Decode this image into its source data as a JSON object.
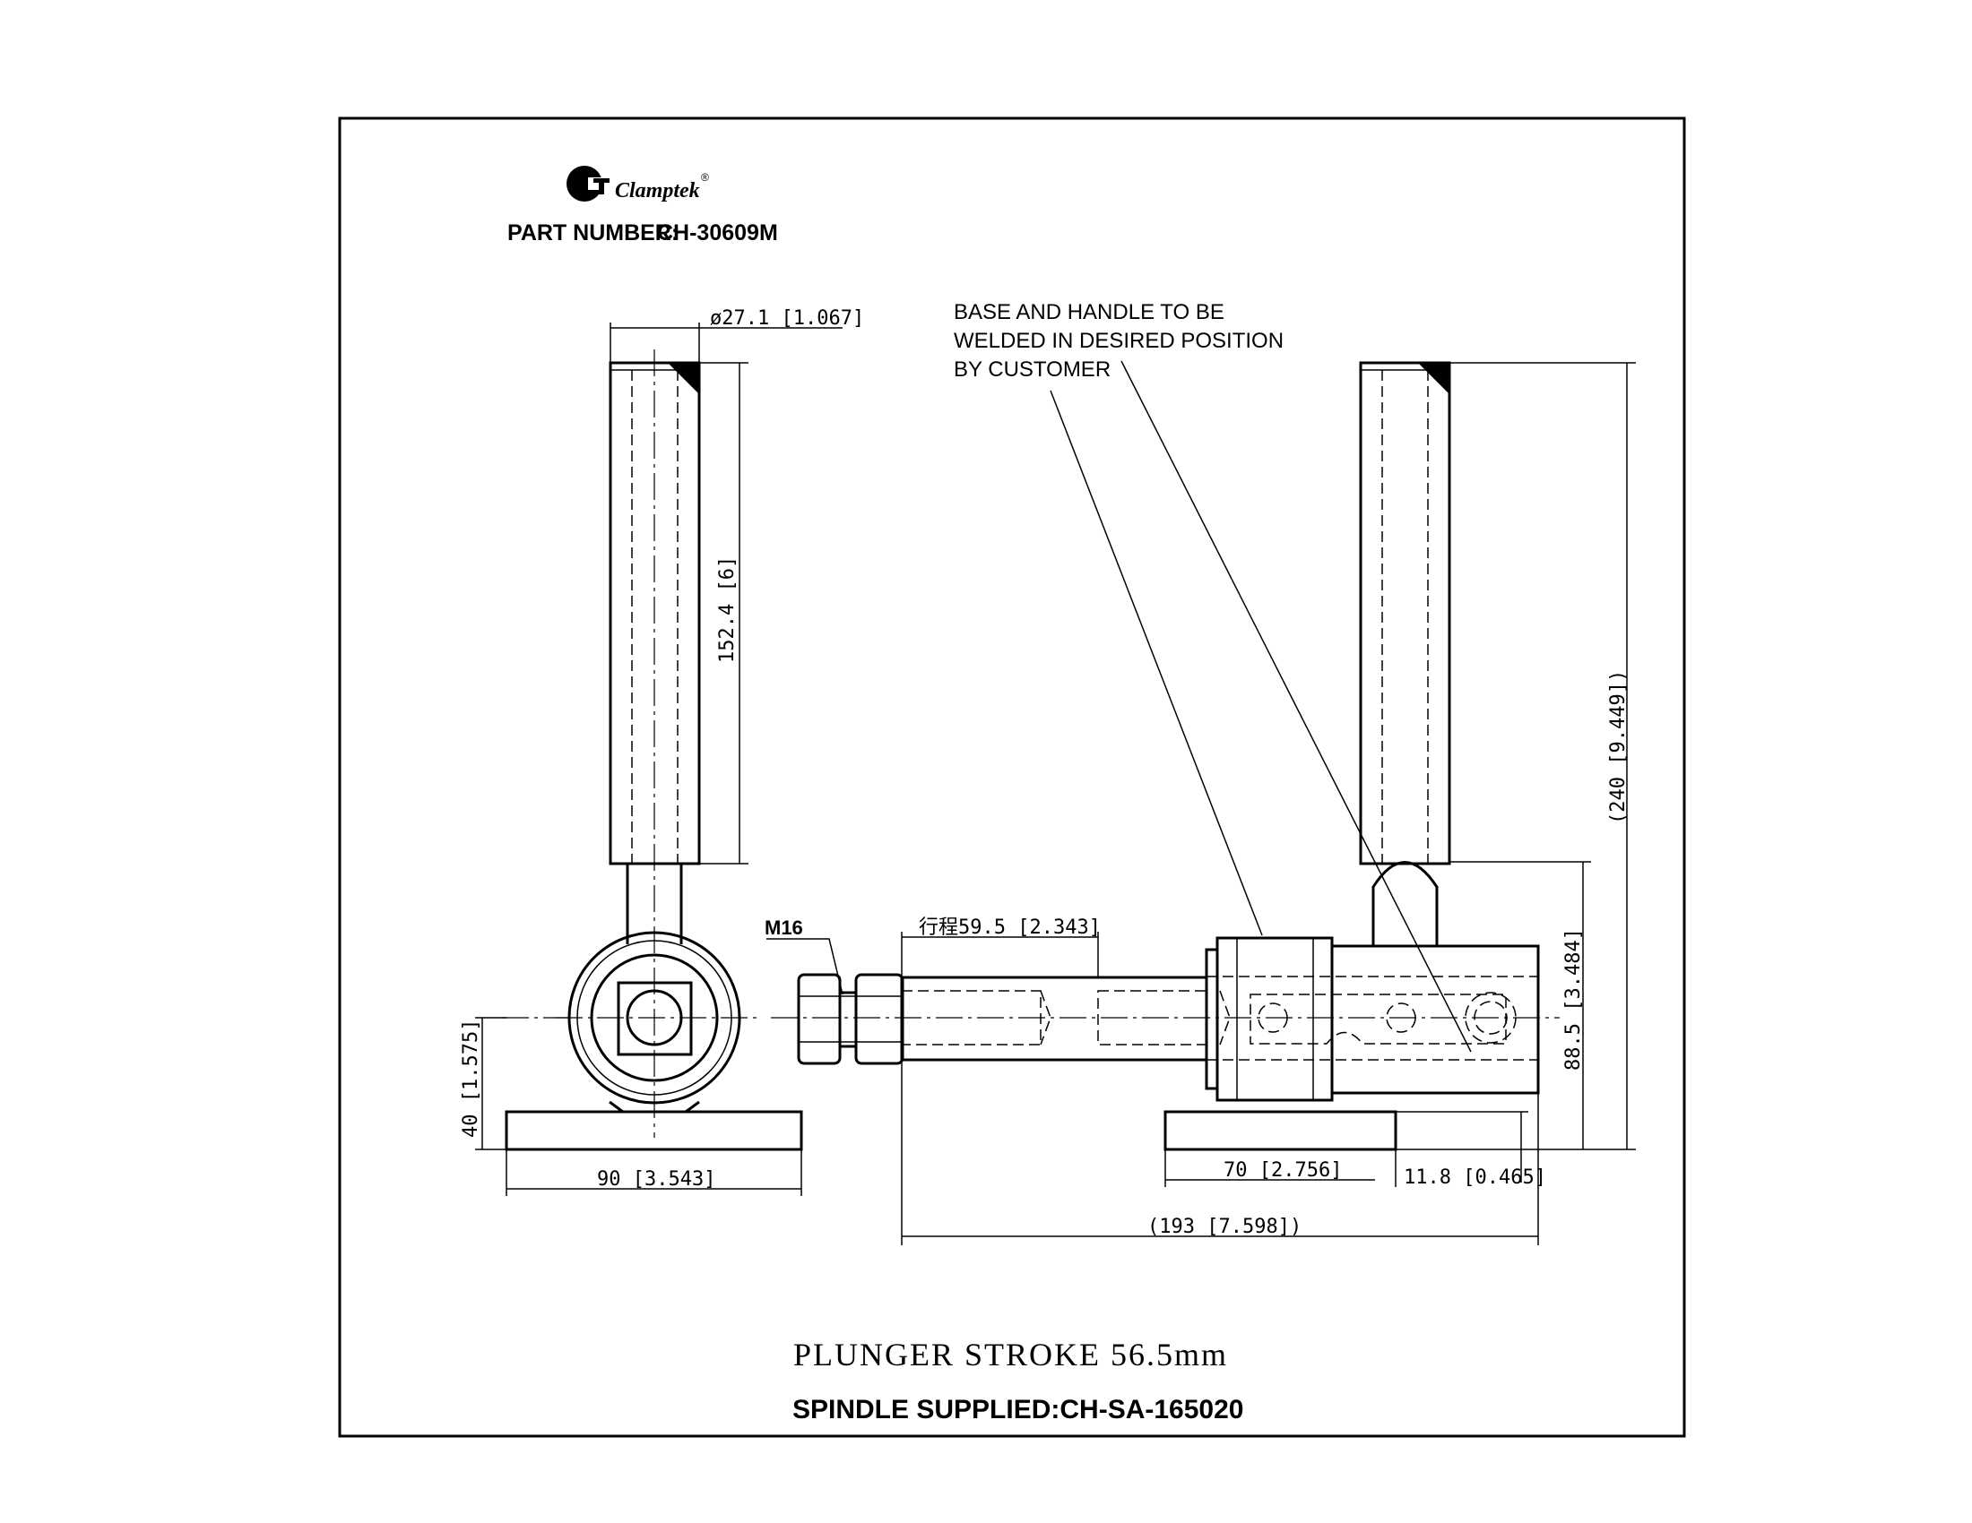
{
  "brand": {
    "name": "Clamptek",
    "mark": "®"
  },
  "part_number": {
    "label": "PART NUMBER:",
    "value": "CH-30609M"
  },
  "note": {
    "lines": [
      "BASE AND HANDLE TO BE",
      "WELDED IN DESIRED POSITION",
      "BY CUSTOMER"
    ]
  },
  "dimensions": {
    "handle_diameter": "ø27.1 [1.067]",
    "handle_length": "152.4 [6]",
    "center_height": "40 [1.575]",
    "base_width": "90 [3.543]",
    "thread": "M16",
    "stroke": "行程59.5 [2.343]",
    "total_height": "(240 [9.449])",
    "handle_height": "88.5 [3.484]",
    "base_length": "70 [2.756]",
    "base_offset": "11.8 [0.465]",
    "total_length": "(193 [7.598])"
  },
  "footer": {
    "plunger_stroke": "PLUNGER STROKE 56.5mm",
    "spindle": "SPINDLE SUPPLIED:CH-SA-165020"
  }
}
